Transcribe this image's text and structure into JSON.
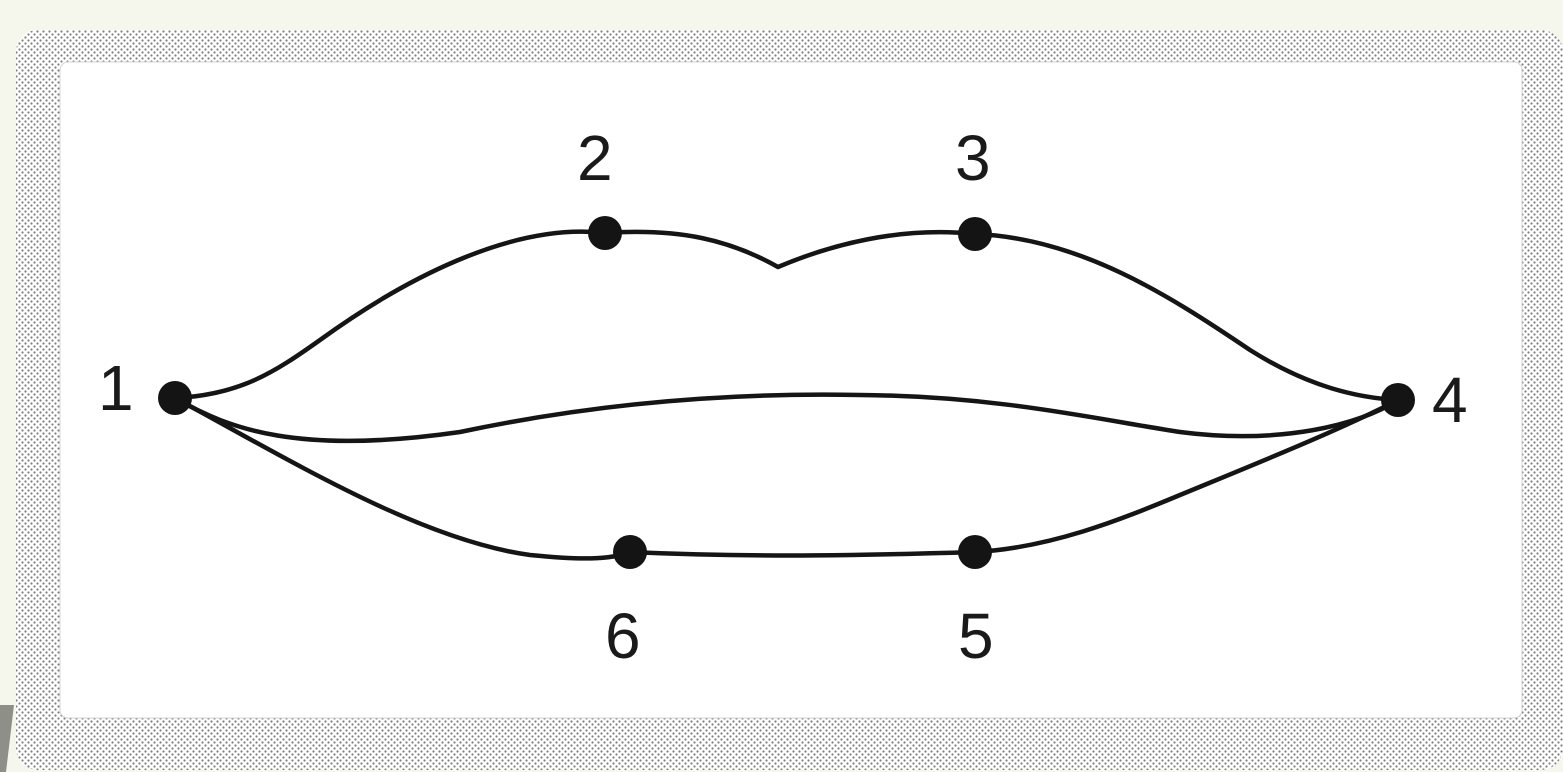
{
  "diagram": {
    "colors": {
      "background": "#f6f7ec",
      "panel": "#ffffff",
      "stipple_border": "#8a8a8a",
      "ink": "#151515"
    },
    "points": [
      {
        "id": "p1",
        "label": "1"
      },
      {
        "id": "p2",
        "label": "2"
      },
      {
        "id": "p3",
        "label": "3"
      },
      {
        "id": "p4",
        "label": "4"
      },
      {
        "id": "p5",
        "label": "5"
      },
      {
        "id": "p6",
        "label": "6"
      }
    ]
  }
}
